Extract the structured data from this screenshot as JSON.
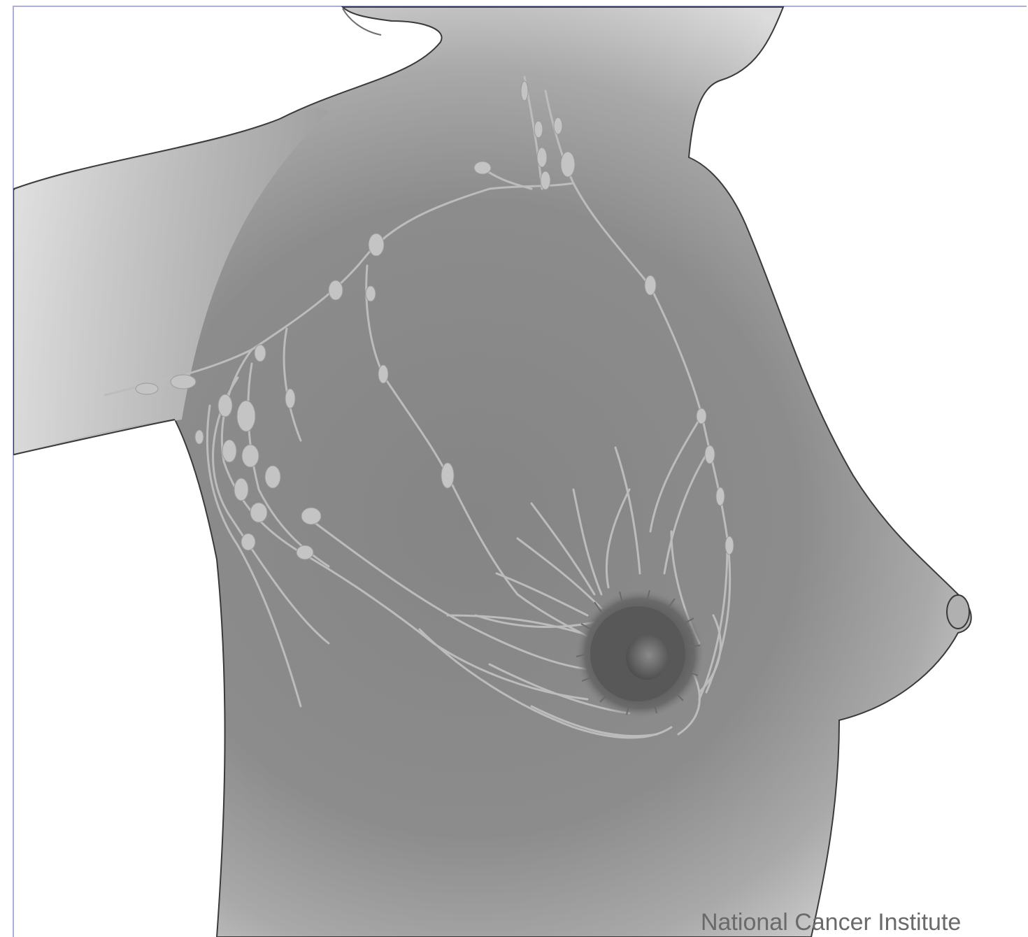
{
  "illustration": {
    "credit": "National Cancer Institute",
    "colors": {
      "skin_center": "#888888",
      "skin_edge": "#d4d4d4",
      "lymph": "#b9b9b9",
      "node": "#c3c3c3",
      "areola": "#5e5e5e",
      "outline": "#3a3a3a",
      "frame": "#aab0d8"
    },
    "icons": [
      "torso-outline",
      "lymph-vessels",
      "lymph-nodes",
      "nipple-areola"
    ]
  }
}
